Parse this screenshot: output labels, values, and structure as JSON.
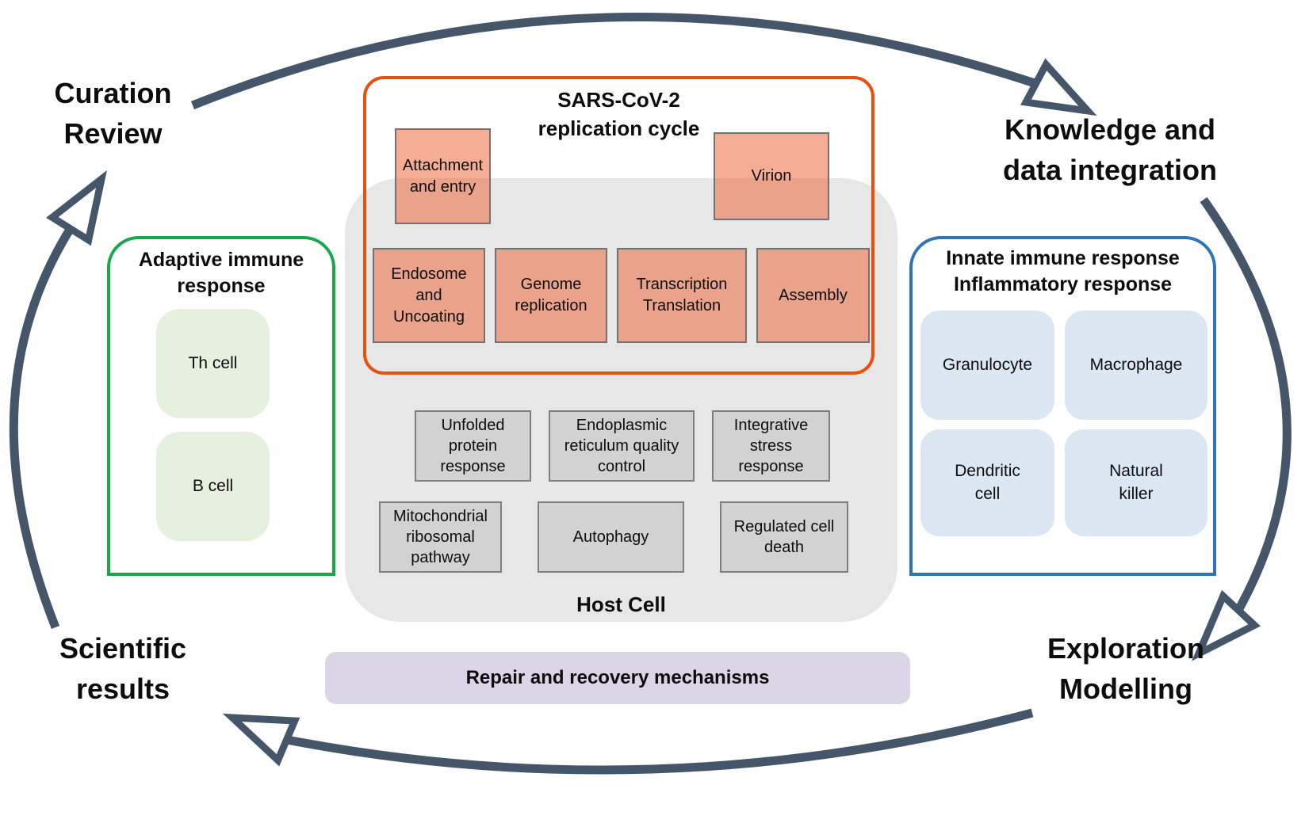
{
  "corners": {
    "top_left": {
      "line1": "Curation",
      "line2": "Review"
    },
    "top_right": {
      "line1": "Knowledge and",
      "line2": "data integration"
    },
    "bottom_left": {
      "line1": "Scientific",
      "line2": "results"
    },
    "bottom_right": {
      "line1": "Exploration",
      "line2": "Modelling"
    }
  },
  "replication": {
    "title_line1": "SARS-CoV-2",
    "title_line2": "replication cycle",
    "boxes": [
      "Attachment and entry",
      "Virion",
      "Endosome and Uncoating",
      "Genome replication",
      "Transcription Translation",
      "Assembly"
    ]
  },
  "host_cell": {
    "label": "Host Cell",
    "boxes": [
      "Unfolded protein response",
      "Endoplasmic reticulum quality control",
      "Integrative stress response",
      "Mitochondrial ribosomal pathway",
      "Autophagy",
      "Regulated cell death"
    ]
  },
  "repair_bar": {
    "label": "Repair and recovery mechanisms"
  },
  "adaptive": {
    "title_line1": "Adaptive immune",
    "title_line2": "response",
    "cells": [
      "Th cell",
      "B cell"
    ]
  },
  "innate": {
    "title_line1": "Innate immune response",
    "title_line2": "Inflammatory response",
    "cells": [
      "Granulocyte",
      "Macrophage",
      "Dendritic\ncell",
      "Natural\nkiller"
    ]
  },
  "colors": {
    "replication_border": "#e8500d",
    "adaptive_border": "#17a84b",
    "innate_border": "#2e75b6",
    "arrow": "#45566b",
    "repair_fill": "#dbd5e8",
    "virus_fill": "#f2a78c",
    "host_fill": "#e8e7e7",
    "process_fill": "#d3d2d2",
    "adaptive_cell_fill": "#e5f0de",
    "innate_cell_fill": "#dbe8f4"
  }
}
